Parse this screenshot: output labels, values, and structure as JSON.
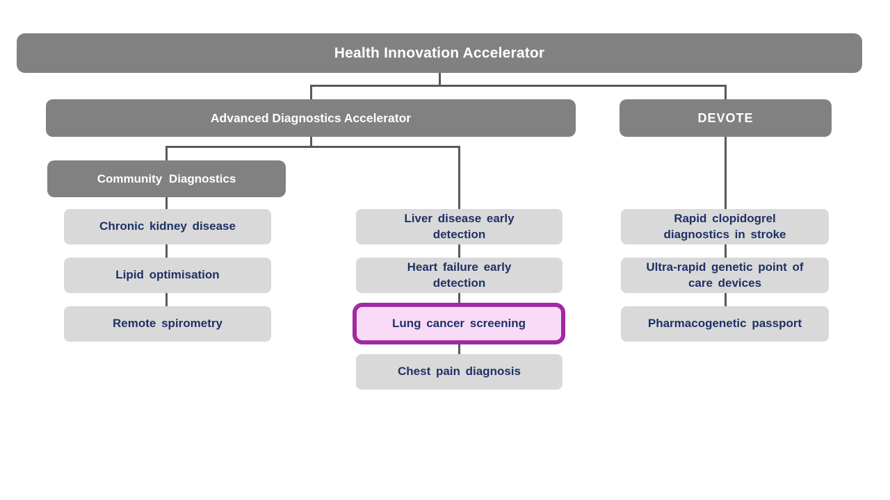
{
  "colors": {
    "node_gray": "#818181",
    "leaf_gray": "#d9d9d9",
    "leaf_text": "#1f3166",
    "header_text": "#ffffff",
    "connector": "#595959",
    "highlight_border": "#a229a2",
    "highlight_fill": "#f9dbf7"
  },
  "nodes": {
    "root": "Health Innovation Accelerator",
    "advanced_diagnostics": "Advanced Diagnostics Accelerator",
    "devote": "DEVOTE",
    "community_diagnostics": "Community Diagnostics"
  },
  "community_items": [
    "Chronic kidney disease",
    "Lipid optimisation",
    "Remote spirometry"
  ],
  "diagnostics_items": [
    "Liver disease early\ndetection",
    "Heart failure early\ndetection",
    "Lung cancer screening",
    "Chest pain diagnosis"
  ],
  "devote_items": [
    "Rapid clopidogrel\ndiagnostics in stroke",
    "Ultra-rapid genetic point of\ncare devices",
    "Pharmacogenetic passport"
  ],
  "highlighted_item": "Lung cancer screening"
}
